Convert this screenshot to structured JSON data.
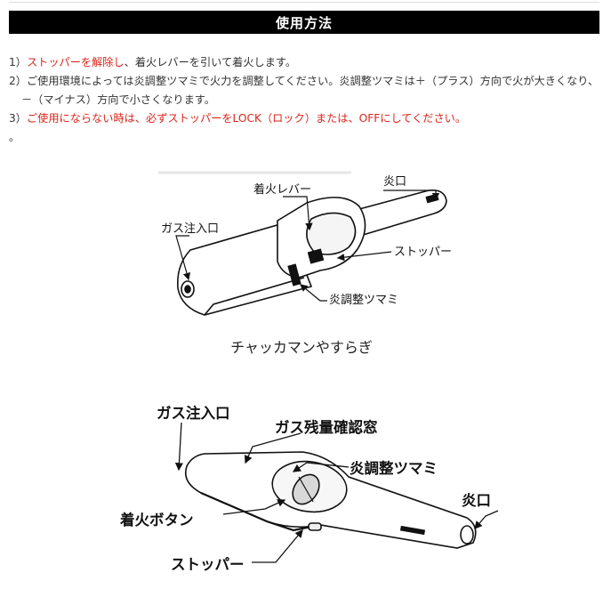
{
  "header": {
    "title": "使用方法"
  },
  "instructions": {
    "step1": {
      "num": "1）",
      "red": "ストッパーを解除し",
      "rest": "、着火レバーを引いて着火します。"
    },
    "step2": {
      "line1": "2）ご使用環境によっては炎調整ツマミで火力を調整してください。炎調整ツマミは＋（プラス）方向で火が大きくなり、",
      "line2": "－（マイナス）方向で小さくなります。"
    },
    "step3": {
      "num": "3）",
      "red": "ご使用にならない時は、必ずストッパーをLOCK（ロック）または、OFFにしてください。"
    },
    "note": "。"
  },
  "figure1": {
    "labels": {
      "lever": "着火レバー",
      "nozzle": "炎口",
      "gas_inlet": "ガス注入口",
      "stopper": "ストッパー",
      "flame_knob": "炎調整ツマミ"
    },
    "caption": "チャッカマンやすらぎ"
  },
  "figure2": {
    "labels": {
      "gas_inlet": "ガス注入口",
      "gas_window": "ガス残量確認窓",
      "flame_knob": "炎調整ツマミ",
      "nozzle": "炎口",
      "ignition_button": "着火ボタン",
      "stopper": "ストッパー"
    }
  }
}
